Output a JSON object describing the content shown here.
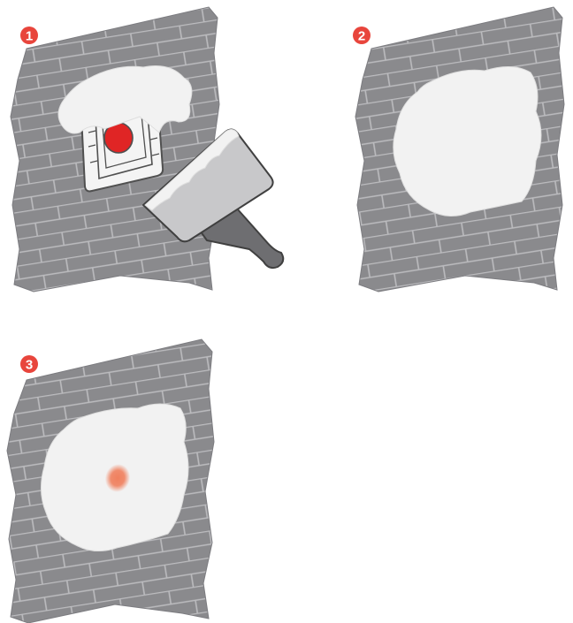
{
  "steps": [
    {
      "number": "1"
    },
    {
      "number": "2"
    },
    {
      "number": "3"
    }
  ],
  "colors": {
    "badge": "#e8453c",
    "badge_text": "#ffffff",
    "wall": "#8a8a8d",
    "mortar": "#bcbcbf",
    "plaster": "#f2f2f2",
    "plaster_edge": "#dedede",
    "button_red": "#e02525",
    "plate": "#f4f4f4",
    "plate_outline": "#505050",
    "spatula_blade": "#c8c8ca",
    "spatula_handle": "#6e6e71",
    "spatula_outline": "#404040",
    "glow": "#f0805e"
  }
}
